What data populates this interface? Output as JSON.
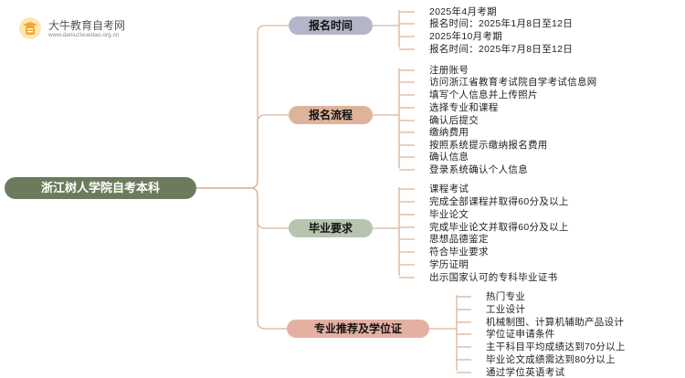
{
  "logo": {
    "title": "大牛教育自考网",
    "url": "www.daniuzixuedao.org.cn"
  },
  "colors": {
    "root": "#6b7b5c",
    "branch1": "#b4b5c9",
    "branch2": "#dfb39a",
    "branch3": "#b6c4b0",
    "branch4": "#e5b0a4",
    "line": "#d9b49a"
  },
  "root": {
    "label": "浙江树人学院自考本科"
  },
  "branches": [
    {
      "label": "报名时间",
      "items": [
        "2025年4月考期",
        "报名时间：2025年1月8日至12日",
        "2025年10月考期",
        "报名时间：2025年7月8日至12日"
      ]
    },
    {
      "label": "报名流程",
      "items": [
        "注册账号",
        "访问浙江省教育考试院自学考试信息网",
        "填写个人信息并上传照片",
        "选择专业和课程",
        "确认后提交",
        "缴纳费用",
        "按照系统提示缴纳报名费用",
        "确认信息",
        "登录系统确认个人信息"
      ]
    },
    {
      "label": "毕业要求",
      "items": [
        "课程考试",
        "完成全部课程并取得60分及以上",
        "毕业论文",
        "完成毕业论文并取得60分及以上",
        "思想品德鉴定",
        "符合毕业要求",
        "学历证明",
        "出示国家认可的专科毕业证书"
      ]
    },
    {
      "label": "专业推荐及学位证",
      "items": [
        "热门专业",
        "工业设计",
        "机械制图、计算机辅助产品设计",
        "学位证申请条件",
        "主干科目平均成绩达到70分以上",
        "毕业论文成绩需达到80分以上",
        "通过学位英语考试"
      ]
    }
  ]
}
